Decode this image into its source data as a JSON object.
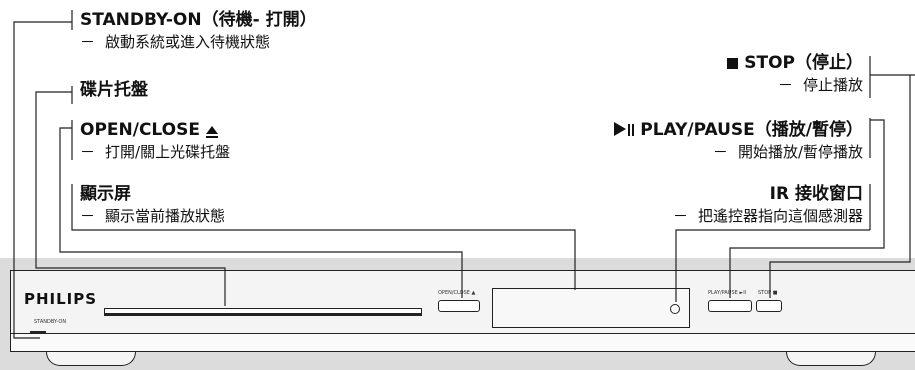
{
  "callouts": {
    "standby": {
      "title": "STANDBY-ON（待機- 打開）",
      "desc": "啟動系統或進入待機狀態"
    },
    "tray": {
      "title": "碟片托盤"
    },
    "open_close": {
      "title": "OPEN/CLOSE",
      "desc": "打開/關上光碟托盤"
    },
    "display": {
      "title": "顯示屏",
      "desc": "顯示當前播放狀態"
    },
    "stop": {
      "title": "STOP（停止）",
      "desc": "停止播放"
    },
    "play_pause": {
      "title": "PLAY/PAUSE（播放/暫停）",
      "desc": "開始播放/暫停播放"
    },
    "ir": {
      "title": "IR 接收窗口",
      "desc": "把遙控器指向這個感測器"
    },
    "dash": "－"
  },
  "device": {
    "brand": "PHILIPS",
    "standby_label": "STANDBY-ON",
    "open_close_label": "OPEN/CLOSE ▲",
    "play_pause_label": "PLAY/PAUSE ►II",
    "stop_label": "STOP ■"
  }
}
